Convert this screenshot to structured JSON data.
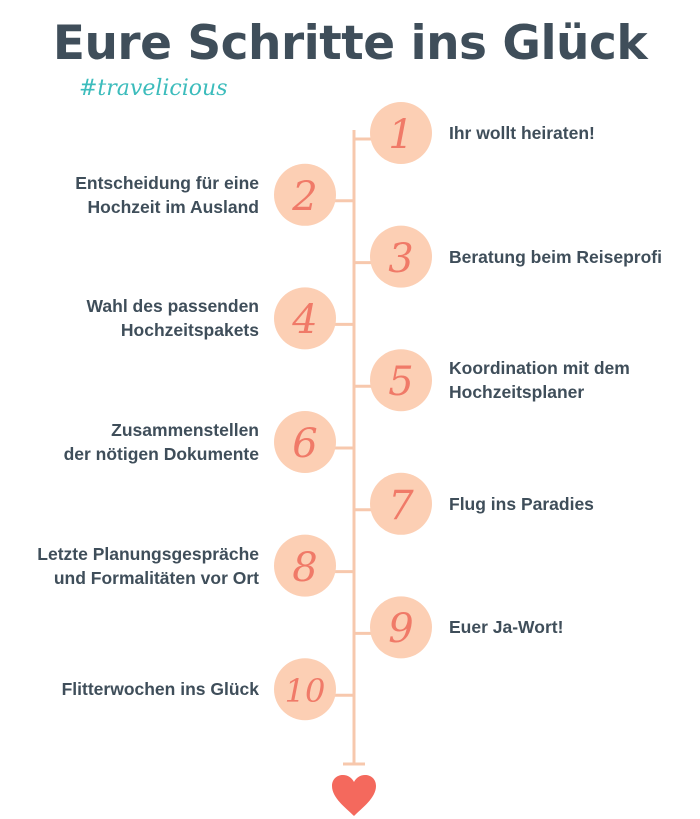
{
  "header": {
    "title": "Eure Schritte ins Glück",
    "hashtag": "#travelicious"
  },
  "colors": {
    "title": "#3f4e5a",
    "hashtag": "#3cbcbc",
    "line": "#f7c8ad",
    "circle": "#fccfb4",
    "number": "#f07a68",
    "heart": "#f4695d"
  },
  "steps": [
    {
      "number": "1",
      "label": "Ihr wollt heiraten!",
      "side": "right"
    },
    {
      "number": "2",
      "label": "Entscheidung für eine Hochzeit im Ausland",
      "side": "left"
    },
    {
      "number": "3",
      "label": "Beratung beim Reiseprofi",
      "side": "right"
    },
    {
      "number": "4",
      "label": "Wahl des passenden Hochzeitspakets",
      "side": "left"
    },
    {
      "number": "5",
      "label": "Koordination mit dem Hochzeitsplaner",
      "side": "right"
    },
    {
      "number": "6",
      "label": "Zusammenstellen der nötigen Dokumente",
      "side": "left"
    },
    {
      "number": "7",
      "label": "Flug ins Paradies",
      "side": "right"
    },
    {
      "number": "8",
      "label": "Letzte Planungsgespräche und Formalitäten vor Ort",
      "side": "left"
    },
    {
      "number": "9",
      "label": "Euer Ja-Wort!",
      "side": "right"
    },
    {
      "number": "10",
      "label": "Flitterwochen ins Glück",
      "side": "left"
    }
  ],
  "end_icon": "heart-icon"
}
